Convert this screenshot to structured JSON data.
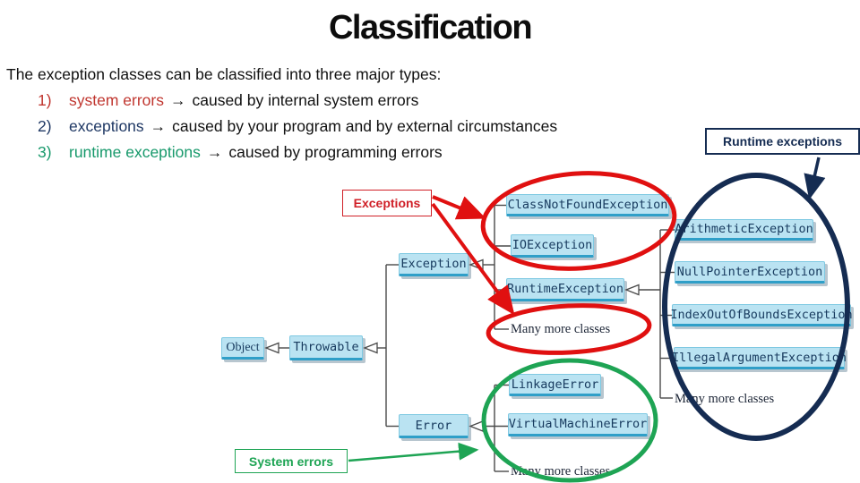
{
  "slide": {
    "title": "Classification",
    "intro": "The exception classes can be classified into three major types:",
    "items": [
      {
        "num": "1)",
        "term": "system errors",
        "arrow": "→",
        "desc": "caused by internal system errors"
      },
      {
        "num": "2)",
        "term": "exceptions",
        "arrow": "→",
        "desc": "caused by your program and by external circumstances"
      },
      {
        "num": "3)",
        "term": "runtime exceptions",
        "arrow": "→",
        "desc": "caused by programming errors"
      }
    ]
  },
  "labels": {
    "exceptions": "Exceptions",
    "runtime": "Runtime exceptions",
    "system": "System errors"
  },
  "diagram": {
    "boxes": {
      "object": "Object",
      "throwable": "Throwable",
      "exception": "Exception",
      "error": "Error",
      "class_not_found": "ClassNotFoundException",
      "io": "IOException",
      "runtime": "RuntimeException",
      "arithmetic": "ArithmeticException",
      "null_pointer": "NullPointerException",
      "index_out_of_bounds": "IndexOutOfBoundsException",
      "illegal_argument": "IllegalArgumentException",
      "linkage": "LinkageError",
      "virtual_machine": "VirtualMachineError"
    },
    "many_more": "Many more classes"
  },
  "colors": {
    "box_fill": "#bae3f2",
    "box_border": "#7fc9e2",
    "box_text": "#173a5e",
    "red_accent": "#e01010",
    "green_accent": "#1ea454",
    "navy_accent": "#152c52",
    "term_red": "#c0362f",
    "term_navy": "#1f3864",
    "term_green": "#17996b"
  }
}
